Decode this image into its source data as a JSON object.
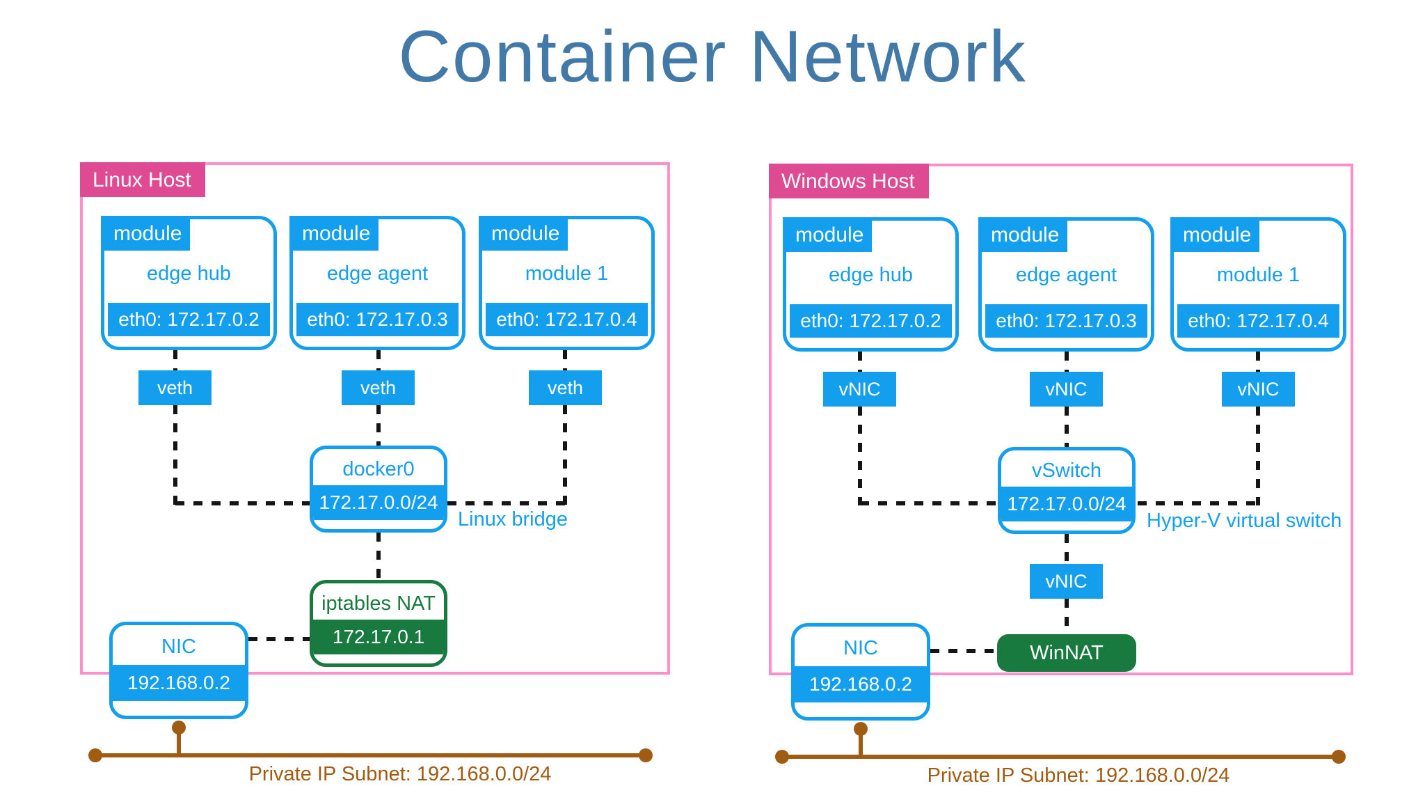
{
  "title": "Container Network",
  "colors": {
    "accent_blue": "#149fee",
    "panel_border_pink": "#ff8fca",
    "host_tag_pink": "#df4b92",
    "nat_green": "#187a3e",
    "subnet_brown": "#a05c12",
    "title_blue": "#4279a6",
    "dash_black": "#151515"
  },
  "linux": {
    "host_label": "Linux Host",
    "modules": [
      {
        "tag": "module",
        "name": "edge hub",
        "ip": "eth0: 172.17.0.2"
      },
      {
        "tag": "module",
        "name": "edge agent",
        "ip": "eth0: 172.17.0.3"
      },
      {
        "tag": "module",
        "name": "module 1",
        "ip": "eth0: 172.17.0.4"
      }
    ],
    "nics": [
      "veth",
      "veth",
      "veth"
    ],
    "bridge": {
      "name": "docker0",
      "subnet": "172.17.0.0/24",
      "caption": "Linux bridge"
    },
    "nat": {
      "name": "iptables NAT",
      "ip": "172.17.0.1"
    },
    "nic": {
      "name": "NIC",
      "ip": "192.168.0.2"
    },
    "subnet_label": "Private IP Subnet: 192.168.0.0/24"
  },
  "windows": {
    "host_label": "Windows Host",
    "modules": [
      {
        "tag": "module",
        "name": "edge hub",
        "ip": "eth0: 172.17.0.2"
      },
      {
        "tag": "module",
        "name": "edge agent",
        "ip": "eth0: 172.17.0.3"
      },
      {
        "tag": "module",
        "name": "module 1",
        "ip": "eth0: 172.17.0.4"
      }
    ],
    "nics": [
      "vNIC",
      "vNIC",
      "vNIC"
    ],
    "bridge": {
      "name": "vSwitch",
      "subnet": "172.17.0.0/24",
      "caption": "Hyper-V virtual switch"
    },
    "host_vnic": "vNIC",
    "nat": {
      "name": "WinNAT"
    },
    "nic": {
      "name": "NIC",
      "ip": "192.168.0.2"
    },
    "subnet_label": "Private IP Subnet: 192.168.0.0/24"
  }
}
